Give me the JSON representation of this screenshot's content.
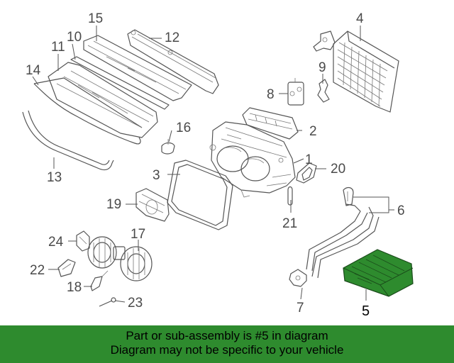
{
  "diagram": {
    "callouts": [
      "1",
      "2",
      "3",
      "4",
      "5",
      "6",
      "7",
      "8",
      "9",
      "10",
      "11",
      "12",
      "13",
      "14",
      "15",
      "16",
      "17",
      "18",
      "19",
      "20",
      "21",
      "22",
      "23",
      "24"
    ],
    "highlighted_part": "5",
    "highlight_color": "#2e8b2e"
  },
  "banner": {
    "line1": "Part or sub-assembly is #5 in diagram",
    "line2": "Diagram may not be specific to your vehicle",
    "color": "#2e8b2e"
  }
}
